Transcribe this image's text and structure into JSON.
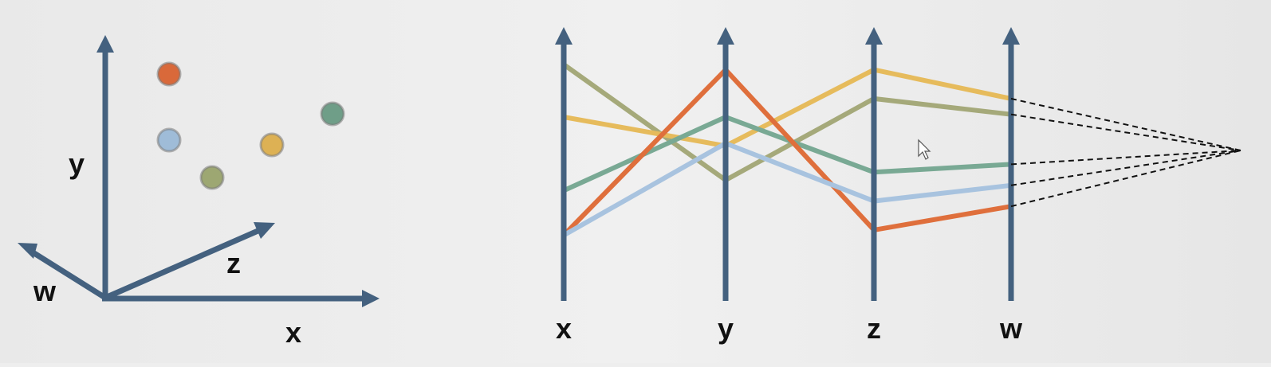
{
  "colors": {
    "axis": "#44617f",
    "label": "#111111",
    "background": "#eeeeee",
    "projection_lines": "#111111"
  },
  "cartesian_plot": {
    "axis_labels": {
      "x": "x",
      "y": "y",
      "z": "z",
      "w": "w"
    },
    "points": [
      {
        "name": "orange",
        "color": "#d9693a"
      },
      {
        "name": "blue",
        "color": "#9fbcd8"
      },
      {
        "name": "olive",
        "color": "#9da772"
      },
      {
        "name": "yellow",
        "color": "#ddb154"
      },
      {
        "name": "teal",
        "color": "#6f9e88"
      }
    ]
  },
  "parallel_coordinates": {
    "axes": [
      {
        "key": "x",
        "label": "x"
      },
      {
        "key": "y",
        "label": "y"
      },
      {
        "key": "z",
        "label": "z"
      },
      {
        "key": "w",
        "label": "w"
      }
    ],
    "scale": [
      0,
      1
    ],
    "series": [
      {
        "name": "olive",
        "color": "#a5a97a",
        "values": [
          0.9,
          0.46,
          0.77,
          0.71
        ]
      },
      {
        "name": "yellow",
        "color": "#e6bb5c",
        "values": [
          0.7,
          0.59,
          0.88,
          0.77
        ]
      },
      {
        "name": "teal",
        "color": "#79a994",
        "values": [
          0.42,
          0.7,
          0.49,
          0.52
        ]
      },
      {
        "name": "orange",
        "color": "#df6f3c",
        "values": [
          0.25,
          0.88,
          0.27,
          0.36
        ]
      },
      {
        "name": "blue",
        "color": "#a8c3df",
        "values": [
          0.25,
          0.6,
          0.38,
          0.44
        ]
      }
    ]
  }
}
